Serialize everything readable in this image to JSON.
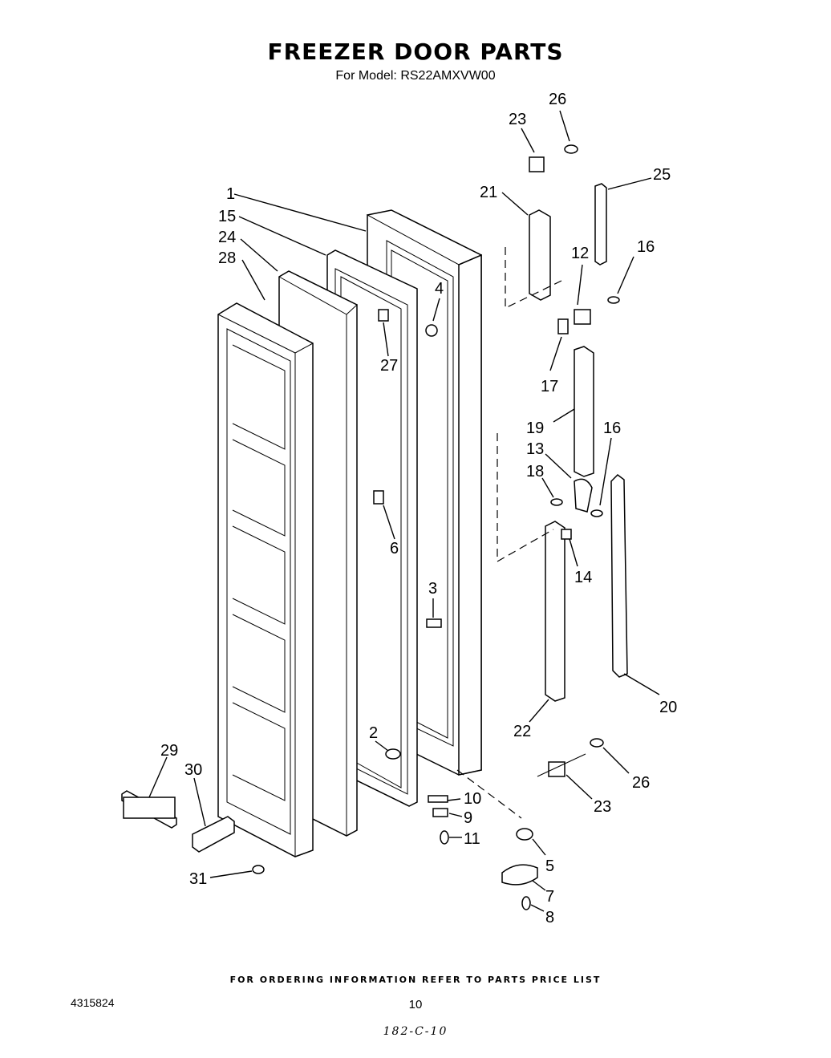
{
  "title": "FREEZER DOOR PARTS",
  "subtitle": "For Model: RS22AMXVW00",
  "footer_note": "FOR ORDERING INFORMATION REFER TO PARTS PRICE LIST",
  "doc_number": "4315824",
  "page_number": "10",
  "handwritten_note": "182-C-10",
  "callouts": {
    "c1": "1",
    "c15": "15",
    "c24": "24",
    "c28": "28",
    "c21": "21",
    "c23a": "23",
    "c26a": "26",
    "c25": "25",
    "c12": "12",
    "c16a": "16",
    "c4": "4",
    "c27": "27",
    "c17": "17",
    "c19": "19",
    "c16b": "16",
    "c13": "13",
    "c18": "18",
    "c6": "6",
    "c14": "14",
    "c3": "3",
    "c20": "20",
    "c22": "22",
    "c2": "2",
    "c29": "29",
    "c30": "30",
    "c10": "10",
    "c9": "9",
    "c11": "11",
    "c26b": "26",
    "c23b": "23",
    "c5": "5",
    "c31": "31",
    "c7": "7",
    "c8": "8"
  }
}
